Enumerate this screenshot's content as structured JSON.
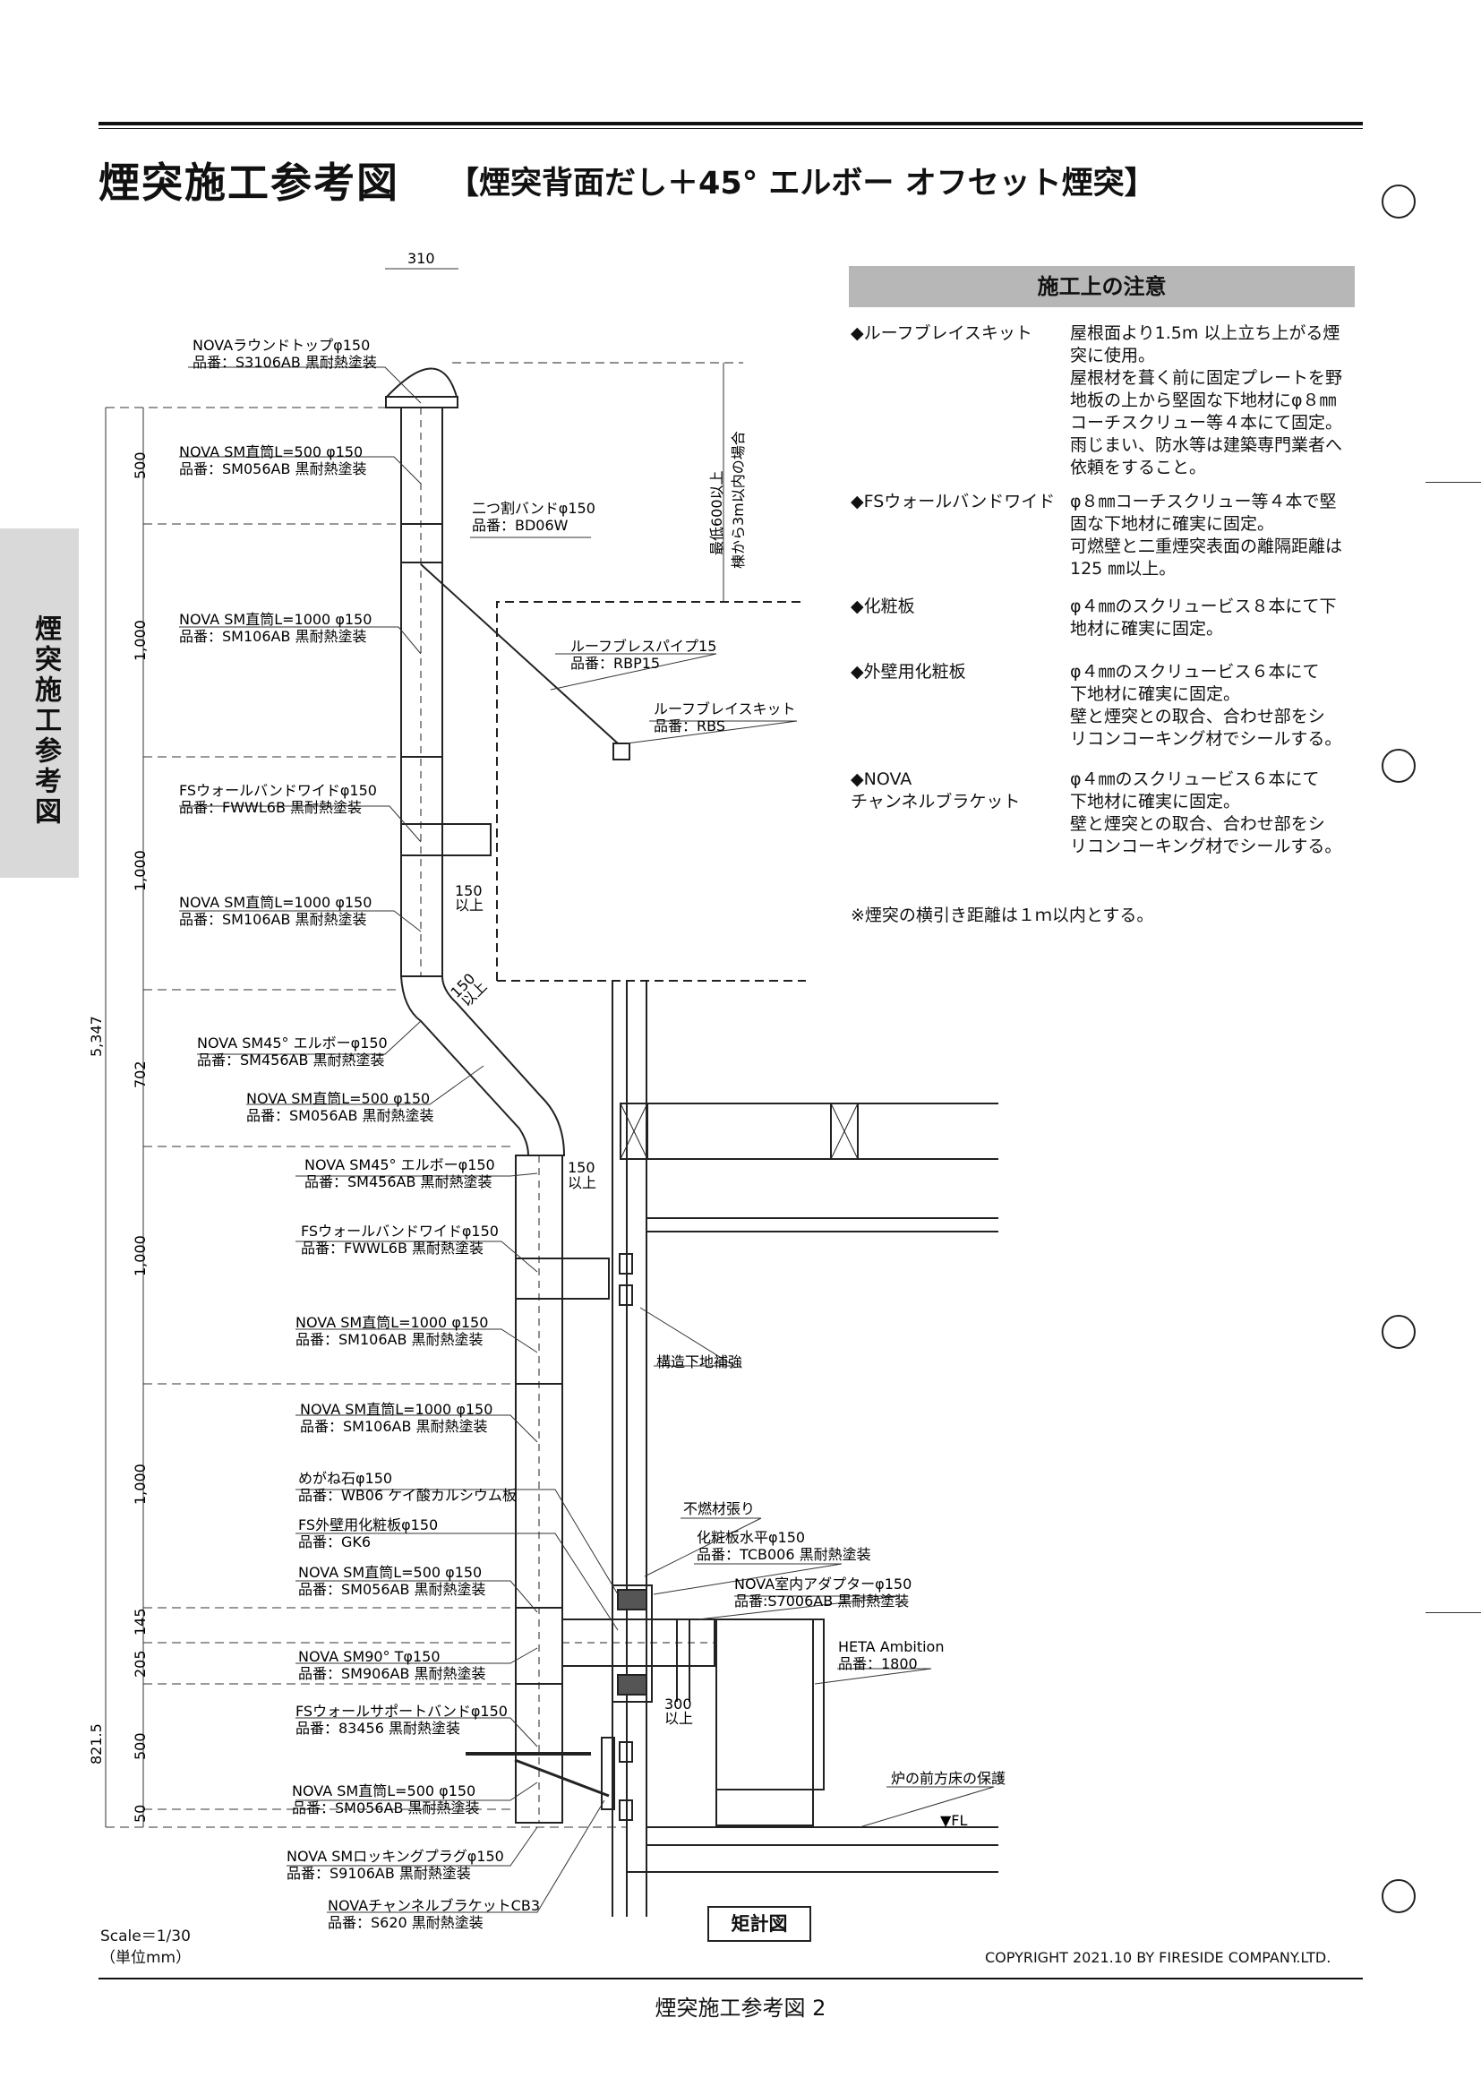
{
  "title": "煙突施工参考図",
  "subtitle": "【煙突背面だし＋45° エルボー オフセット煙突】",
  "side_tab": "煙突施工参考図",
  "notes": {
    "header": "施工上の注意",
    "items": [
      {
        "heading": "◆ルーフブレイスキット",
        "body": "屋根面より1.5m 以上立ち上がる煙\n突に使用。\n屋根材を葺く前に固定プレートを野\n地板の上から堅固な下地材にφ８㎜\nコーチスクリュー等４本にて固定。\n雨じまい、防水等は建築専門業者へ\n依頼をすること。"
      },
      {
        "heading": "◆FSウォールバンドワイド",
        "body": "φ８㎜コーチスクリュー等４本で堅\n固な下地材に確実に固定。\n可燃壁と二重煙突表面の離隔距離は\n125 ㎜以上。"
      },
      {
        "heading": "◆化粧板",
        "body": "φ４㎜のスクリュービス８本にて下\n地材に確実に固定。"
      },
      {
        "heading": "◆外壁用化粧板",
        "body": "φ４㎜のスクリュービス６本にて\n下地材に確実に固定。\n壁と煙突との取合、合わせ部をシ\nリコンコーキング材でシールする。"
      },
      {
        "heading": "◆NOVA\nチャンネルブラケット",
        "body": "φ４㎜のスクリュービス６本にて\n下地材に確実に固定。\n壁と煙突との取合、合わせ部をシ\nリコンコーキング材でシールする。"
      }
    ],
    "remark": "※煙突の横引き距離は１ｍ以内とする。"
  },
  "labels": [
    {
      "name": "NOVAラウンドトップφ150",
      "code": "品番：S3106AB 黒耐熱塗装"
    },
    {
      "name": "NOVA SM直筒L=500 φ150",
      "code": "品番：SM056AB 黒耐熱塗装"
    },
    {
      "name": "二つ割バンドφ150",
      "code": "品番：BD06W"
    },
    {
      "name": "NOVA SM直筒L=1000 φ150",
      "code": "品番：SM106AB 黒耐熱塗装"
    },
    {
      "name": "ルーフブレスパイプ15",
      "code": "品番：RBP15"
    },
    {
      "name": "ルーフブレイスキット",
      "code": "品番：RBS"
    },
    {
      "name": "FSウォールバンドワイドφ150",
      "code": "品番：FWWL6B 黒耐熱塗装"
    },
    {
      "name": "NOVA SM直筒L=1000 φ150",
      "code": "品番：SM106AB 黒耐熱塗装"
    },
    {
      "name": "NOVA SM45° エルボーφ150",
      "code": "品番：SM456AB 黒耐熱塗装"
    },
    {
      "name": "NOVA SM直筒L=500 φ150",
      "code": "品番：SM056AB 黒耐熱塗装"
    },
    {
      "name": "NOVA SM45° エルボーφ150",
      "code": "品番：SM456AB 黒耐熱塗装"
    },
    {
      "name": "FSウォールバンドワイドφ150",
      "code": "品番：FWWL6B 黒耐熱塗装"
    },
    {
      "name": "NOVA SM直筒L=1000 φ150",
      "code": "品番：SM106AB 黒耐熱塗装"
    },
    {
      "name": "NOVA SM直筒L=1000 φ150",
      "code": "品番：SM106AB 黒耐熱塗装"
    },
    {
      "name": "めがね石φ150",
      "code": "品番：WB06 ケイ酸カルシウム板"
    },
    {
      "name": "FS外壁用化粧板φ150",
      "code": "品番：GK6"
    },
    {
      "name": "NOVA SM直筒L=500 φ150",
      "code": "品番：SM056AB 黒耐熱塗装"
    },
    {
      "name": "NOVA SM90° Tφ150",
      "code": "品番：SM906AB 黒耐熱塗装"
    },
    {
      "name": "FSウォールサポートバンドφ150",
      "code": "品番：83456 黒耐熱塗装"
    },
    {
      "name": "NOVA SM直筒L=500 φ150",
      "code": "品番：SM056AB 黒耐熱塗装"
    },
    {
      "name": "NOVA SMロッキングプラグφ150",
      "code": "品番：S9106AB 黒耐熱塗装"
    },
    {
      "name": "NOVAチャンネルブラケットCB3",
      "code": "品番：S620 黒耐熱塗装"
    },
    {
      "name": "不燃材張り",
      "code": ""
    },
    {
      "name": "化粧板水平φ150",
      "code": "品番：TCB006 黒耐熱塗装"
    },
    {
      "name": "NOVA室内アダプターφ150",
      "code": "品番:S7006AB 黒耐熱塗装"
    },
    {
      "name": "HETA Ambition",
      "code": "品番：1800"
    },
    {
      "name": "構造下地補強",
      "code": ""
    },
    {
      "name": "炉の前方床の保護",
      "code": ""
    }
  ],
  "dimensions": {
    "top_width": "310",
    "roof_height": "最低600以上",
    "roof_height2": "棟から3m以内の場合",
    "segments": [
      "500",
      "1,000",
      "1,000",
      "702",
      "1,000",
      "1,000",
      "145",
      "205",
      "500",
      "50"
    ],
    "total": "5,347",
    "lower_total": "821.5",
    "clear1": "150",
    "clear1b": "以上",
    "clear2": "150",
    "clear2b": "以上",
    "clear3": "150",
    "clear3b": "以上",
    "clear4": "300",
    "clear4b": "以上",
    "fl": "▼FL"
  },
  "section_label": "矩計図",
  "scale": "Scale＝1/30",
  "unit": "（単位mm）",
  "copyright": "COPYRIGHT 2021.10 BY FIRESIDE COMPANY.LTD.",
  "footer": "煙突施工参考図 2"
}
